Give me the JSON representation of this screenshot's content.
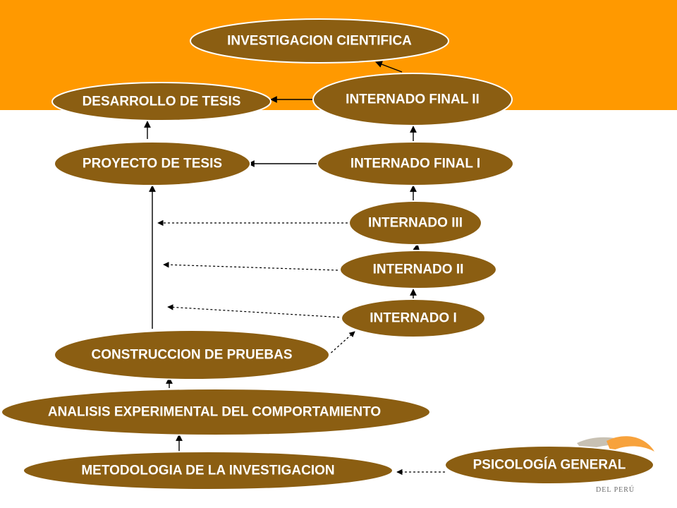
{
  "nodes": [
    {
      "id": "investigacion",
      "label": "INVESTIGACION CIENTIFICA"
    },
    {
      "id": "internado_final_2",
      "label": "INTERNADO FINAL II"
    },
    {
      "id": "desarrollo_tesis",
      "label": "DESARROLLO DE TESIS"
    },
    {
      "id": "proyecto_tesis",
      "label": "PROYECTO DE TESIS"
    },
    {
      "id": "internado_final_1",
      "label": "INTERNADO FINAL I"
    },
    {
      "id": "internado_3",
      "label": "INTERNADO III"
    },
    {
      "id": "internado_2",
      "label": "INTERNADO II"
    },
    {
      "id": "internado_1",
      "label": "INTERNADO I"
    },
    {
      "id": "construccion",
      "label": "CONSTRUCCION DE PRUEBAS"
    },
    {
      "id": "analisis",
      "label": "ANALISIS EXPERIMENTAL DEL COMPORTAMIENTO"
    },
    {
      "id": "metodologia",
      "label": "METODOLOGIA DE LA INVESTIGACION"
    },
    {
      "id": "psicologia",
      "label": "PSICOLOGÍA GENERAL"
    }
  ],
  "edges": [
    {
      "from": "internado_final_2",
      "to": "investigacion",
      "style": "solid"
    },
    {
      "from": "internado_final_2",
      "to": "desarrollo_tesis",
      "style": "solid"
    },
    {
      "from": "internado_final_1",
      "to": "internado_final_2",
      "style": "solid"
    },
    {
      "from": "proyecto_tesis",
      "to": "desarrollo_tesis",
      "style": "solid"
    },
    {
      "from": "internado_final_1",
      "to": "proyecto_tesis",
      "style": "solid"
    },
    {
      "from": "internado_3",
      "to": "internado_final_1",
      "style": "solid"
    },
    {
      "from": "internado_2",
      "to": "internado_3",
      "style": "solid"
    },
    {
      "from": "internado_1",
      "to": "internado_2",
      "style": "solid"
    },
    {
      "from": "internado_3",
      "to": "proyecto_tesis",
      "style": "dotted"
    },
    {
      "from": "internado_2",
      "to": "proyecto_tesis",
      "style": "dotted"
    },
    {
      "from": "internado_1",
      "to": "proyecto_tesis",
      "style": "dotted"
    },
    {
      "from": "construccion",
      "to": "proyecto_tesis",
      "style": "solid"
    },
    {
      "from": "construccion",
      "to": "internado_1",
      "style": "dotted"
    },
    {
      "from": "analisis",
      "to": "construccion",
      "style": "solid"
    },
    {
      "from": "metodologia",
      "to": "analisis",
      "style": "solid"
    },
    {
      "from": "psicologia",
      "to": "metodologia",
      "style": "dotted"
    }
  ],
  "colors": {
    "banner": "#ff9900",
    "node_fill": "#8b5e12",
    "node_text": "#ffffff",
    "edge": "#000000"
  },
  "logo": {
    "caption": "DEL PERÚ"
  }
}
